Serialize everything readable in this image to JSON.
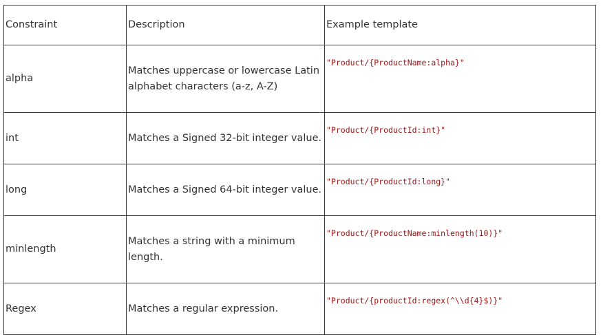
{
  "table": {
    "headers": [
      "Constraint",
      "Description",
      "Example template"
    ],
    "rows": [
      {
        "constraint": "alpha",
        "description": "Matches uppercase or lowercase Latin alphabet characters (a-z, A-Z)",
        "example": "\"Product/{ProductName:alpha}\""
      },
      {
        "constraint": "int",
        "description": "Matches a Signed 32-bit integer value.",
        "example": "\"Product/{ProductId:int}\""
      },
      {
        "constraint": "long",
        "description": "Matches a Signed 64-bit integer value.",
        "example": "\"Product/{ProductId:long}\""
      },
      {
        "constraint": "minlength",
        "description": "Matches a string with a minimum length.",
        "example": "\"Product/{ProductName:minlength(10)}\""
      },
      {
        "constraint": "Regex",
        "description": "Matches a regular expression.",
        "example": "\"Product/{productId:regex(^\\\\d{4}$)}\""
      }
    ]
  },
  "colors": {
    "code": "#a31515",
    "text": "#333333",
    "border": "#3a3a3a"
  }
}
